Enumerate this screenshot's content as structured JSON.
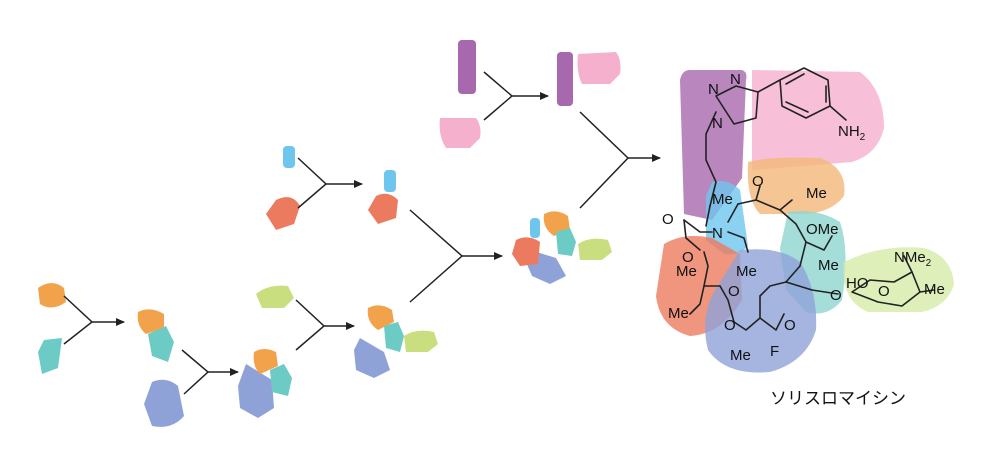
{
  "colors": {
    "orange": "#F2A24A",
    "teal": "#6CCBC4",
    "blue": "#8FA2D8",
    "salmon": "#EC7A5E",
    "sky": "#6EC5EE",
    "lime": "#C9DE7E",
    "purple": "#A868AE",
    "pink": "#F5B0CE",
    "sugar": "#D6EBA9",
    "cyan": "#8FD6CF",
    "peach": "#F2B878"
  },
  "molecule": {
    "atoms": {
      "n1": "N",
      "n2": "N",
      "n3": "N",
      "nh2": "NH",
      "nh2_sub": "2",
      "me_top": "Me",
      "o_ketone": "O",
      "me_ketone": "Me",
      "n_carbamate": "N",
      "o_carbamate": "O",
      "o_ring": "O",
      "ome": "OMe",
      "me_quat1": "Me",
      "me_quat2": "Me",
      "me_left": "Me",
      "me_mid": "Me",
      "o_ester": "O",
      "me_ethyl": "Me",
      "o_ketone2": "O",
      "o_ketone3": "O",
      "me_f": "Me",
      "f": "F",
      "o_link": "O",
      "ho": "HO",
      "o_sugar": "O",
      "nme2": "NMe",
      "nme2_sub": "2",
      "me_sugar": "Me"
    },
    "name": "ソリスロマイシン"
  }
}
